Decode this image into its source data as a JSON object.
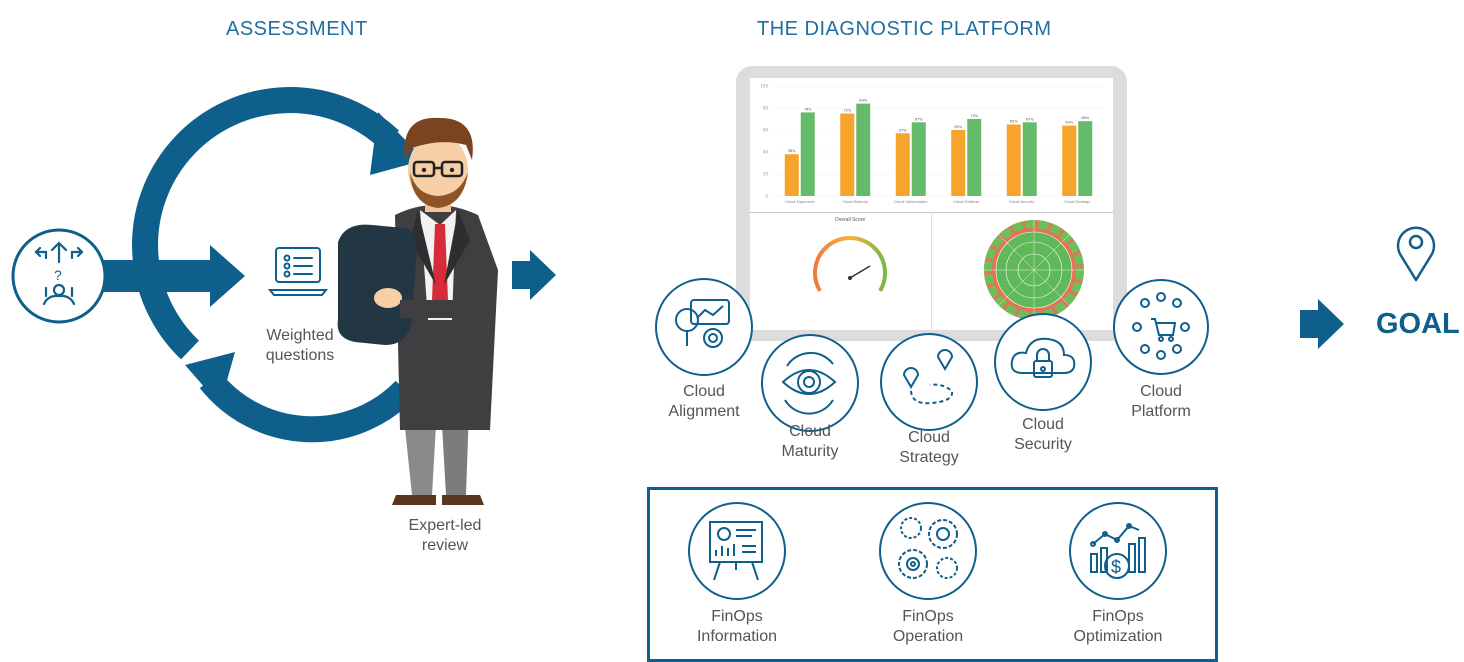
{
  "assessment": {
    "title": "ASSESSMENT",
    "questions_label_1": "Weighted",
    "questions_label_2": "questions",
    "review_label_1": "Expert-led",
    "review_label_2": "review"
  },
  "platform": {
    "title": "THE DIAGNOSTIC PLATFORM",
    "gauge_title": "Overall Score",
    "modules": [
      {
        "line1": "Cloud",
        "line2": "Alignment",
        "icon": "analytics-gear-icon"
      },
      {
        "line1": "Cloud",
        "line2": "Maturity",
        "icon": "eye-cycle-icon"
      },
      {
        "line1": "Cloud",
        "line2": "Strategy",
        "icon": "route-pin-icon"
      },
      {
        "line1": "Cloud",
        "line2": "Security",
        "icon": "cloud-lock-icon"
      },
      {
        "line1": "Cloud",
        "line2": "Platform",
        "icon": "cart-network-icon"
      }
    ],
    "finops": [
      {
        "line1": "FinOps",
        "line2": "Information",
        "icon": "presentation-board-icon"
      },
      {
        "line1": "FinOps",
        "line2": "Operation",
        "icon": "gears-icon"
      },
      {
        "line1": "FinOps",
        "line2": "Optimization",
        "icon": "money-chart-icon"
      }
    ]
  },
  "goal": {
    "label": "GOAL",
    "icon": "location-pin-icon"
  },
  "colors": {
    "primary": "#0f5f8c",
    "orange": "#f7a42c",
    "green": "#66bb6a"
  },
  "chart_data": {
    "type": "bar",
    "categories": [
      "Cloud Alignment",
      "Cloud Maturity",
      "Cloud Optimization",
      "Cloud Platform",
      "Cloud Security",
      "Cloud Strategy"
    ],
    "series": [
      {
        "values": [
          38,
          75,
          57,
          60,
          65,
          64
        ]
      },
      {
        "values": [
          76,
          84,
          67,
          70,
          67,
          68
        ]
      }
    ],
    "ylim": [
      0,
      100
    ],
    "yticks": [
      "0",
      "20",
      "40",
      "60",
      "80",
      "100"
    ]
  }
}
